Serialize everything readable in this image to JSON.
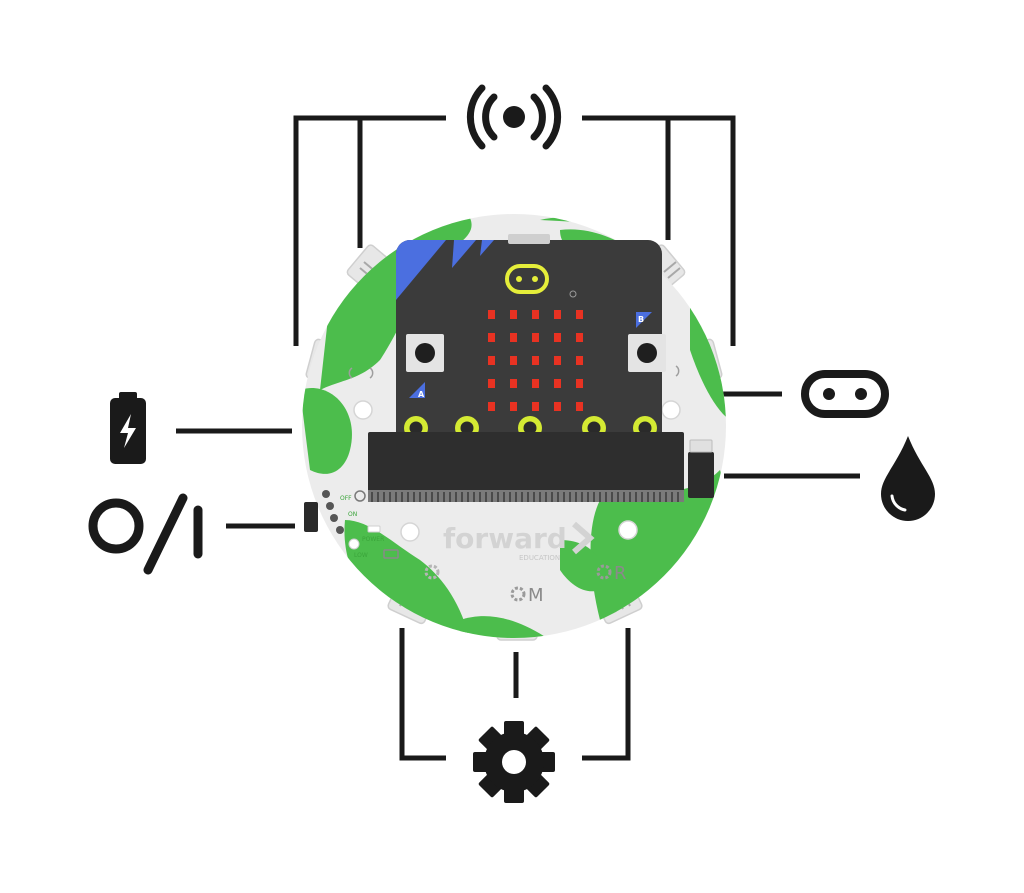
{
  "board": {
    "brand": "forward",
    "brand_sub": "EDUCATION",
    "switch_off": "OFF",
    "switch_on": "ON",
    "power_label": "POWER",
    "low_label": "LOW",
    "button_a": "A",
    "button_b": "B",
    "port_middle": "M",
    "port_right": "R"
  },
  "colors": {
    "line": "#1a1a1a",
    "board_white": "#e9e9e9",
    "board_green": "#4cbd4c",
    "microbit_body": "#3b3b3b",
    "microbit_blue": "#4b6fe0",
    "led_red": "#e83222",
    "pin_yellow": "#d4ea33",
    "logo_yellow": "#e5ee3a"
  },
  "callouts": [
    {
      "icon": "radio-wireless-icon"
    },
    {
      "icon": "battery-icon"
    },
    {
      "icon": "power-toggle-icon"
    },
    {
      "icon": "microbit-logo-icon"
    },
    {
      "icon": "moisture-drop-icon"
    },
    {
      "icon": "gear-icon"
    }
  ]
}
